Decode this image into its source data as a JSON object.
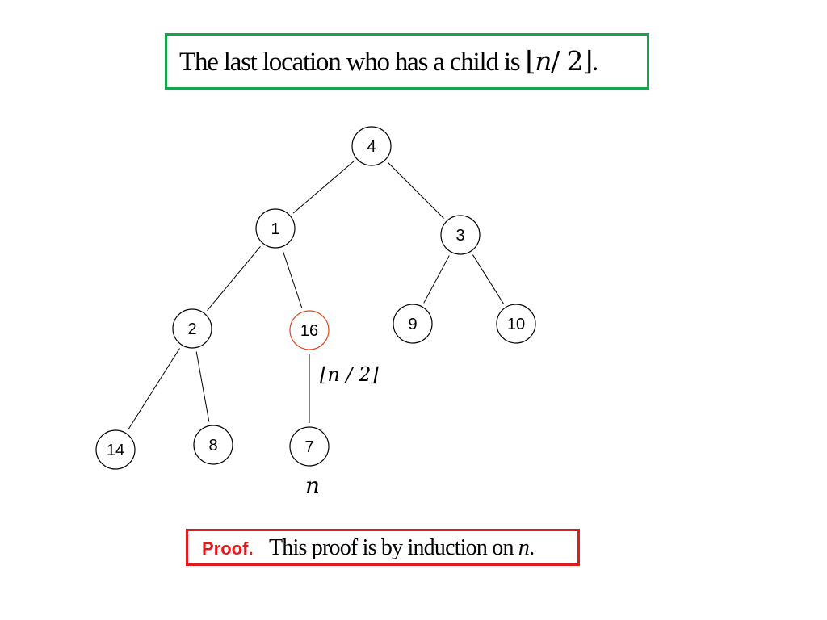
{
  "claim": {
    "text": "The last location who has a child is",
    "expr_open": "⌊",
    "expr_var": "n",
    "expr_rest": "/ 2",
    "expr_close": "⌋",
    "expr_end": ".",
    "border_color": "#17a34a"
  },
  "tree": {
    "node_stroke": "#000000",
    "highlight_stroke": "#e0441b",
    "nodes": [
      {
        "id": "4",
        "label": "4"
      },
      {
        "id": "1",
        "label": "1"
      },
      {
        "id": "3",
        "label": "3"
      },
      {
        "id": "2",
        "label": "2"
      },
      {
        "id": "16",
        "label": "16",
        "highlight": true
      },
      {
        "id": "9",
        "label": "9"
      },
      {
        "id": "10",
        "label": "10"
      },
      {
        "id": "14",
        "label": "14"
      },
      {
        "id": "8",
        "label": "8"
      },
      {
        "id": "7",
        "label": "7"
      }
    ],
    "edges": [
      [
        "4",
        "1"
      ],
      [
        "4",
        "3"
      ],
      [
        "1",
        "2"
      ],
      [
        "1",
        "16"
      ],
      [
        "3",
        "9"
      ],
      [
        "3",
        "10"
      ],
      [
        "2",
        "14"
      ],
      [
        "2",
        "8"
      ],
      [
        "16",
        "7"
      ]
    ],
    "annotation_floor": "⌊n / 2⌋",
    "annotation_n": "n"
  },
  "proof": {
    "label": "Proof.",
    "text": "This proof is by induction on",
    "var": "n",
    "end": ".",
    "label_color": "#e01b1b",
    "border_color": "#e01b1b"
  }
}
